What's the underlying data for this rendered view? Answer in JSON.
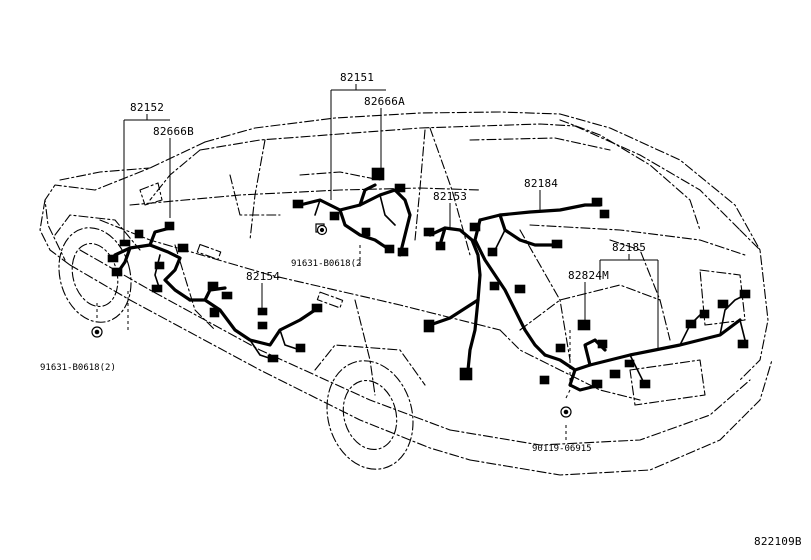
{
  "callouts": {
    "p82151": "82151",
    "p82666a": "82666A",
    "p82152": "82152",
    "p82666b": "82666B",
    "p82153": "82153",
    "p82184": "82184",
    "p82185": "82185",
    "p82824m": "82824M",
    "p82154": "82154",
    "bolt_left": "91631-B0618(2)",
    "bolt_center": "91631-B0618(2",
    "bolt_rear": "90119-06915"
  },
  "diagram_id": "822109B"
}
